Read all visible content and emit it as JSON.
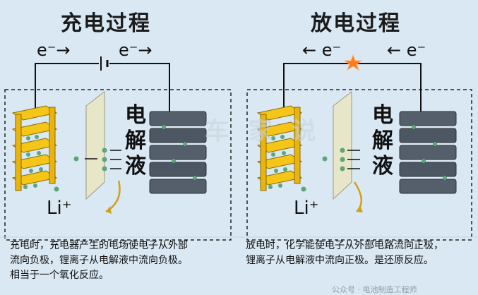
{
  "charge": {
    "title": "充电过程",
    "electron_left": "e⁻→",
    "electron_right": "e⁻→",
    "electrolyte": [
      "电",
      "解",
      "液"
    ],
    "ion_label": "Li⁺",
    "description": [
      "充电时，充电器产生的电场使电子从外部",
      "流向负极，锂离子从电解液中流向负极。",
      "相当于一个氧化反应。"
    ]
  },
  "discharge": {
    "title": "放电过程",
    "electron_left": "← e⁻",
    "electron_right": "← e⁻",
    "electrolyte": [
      "电",
      "解",
      "液"
    ],
    "ion_label": "Li⁺",
    "description": [
      "放电时，化学能使电子从外部电路流向正极，",
      "锂离子从电解液中流向正极。是还原反应。"
    ]
  },
  "watermark": "车 家 说",
  "footer": "公众号 · 电池制造工程师",
  "colors": {
    "background": "#d9e8f3",
    "cathode": "#f5c518",
    "anode": "#4d5663",
    "ion": "#5aa77a",
    "star": "#ff7a1a"
  }
}
